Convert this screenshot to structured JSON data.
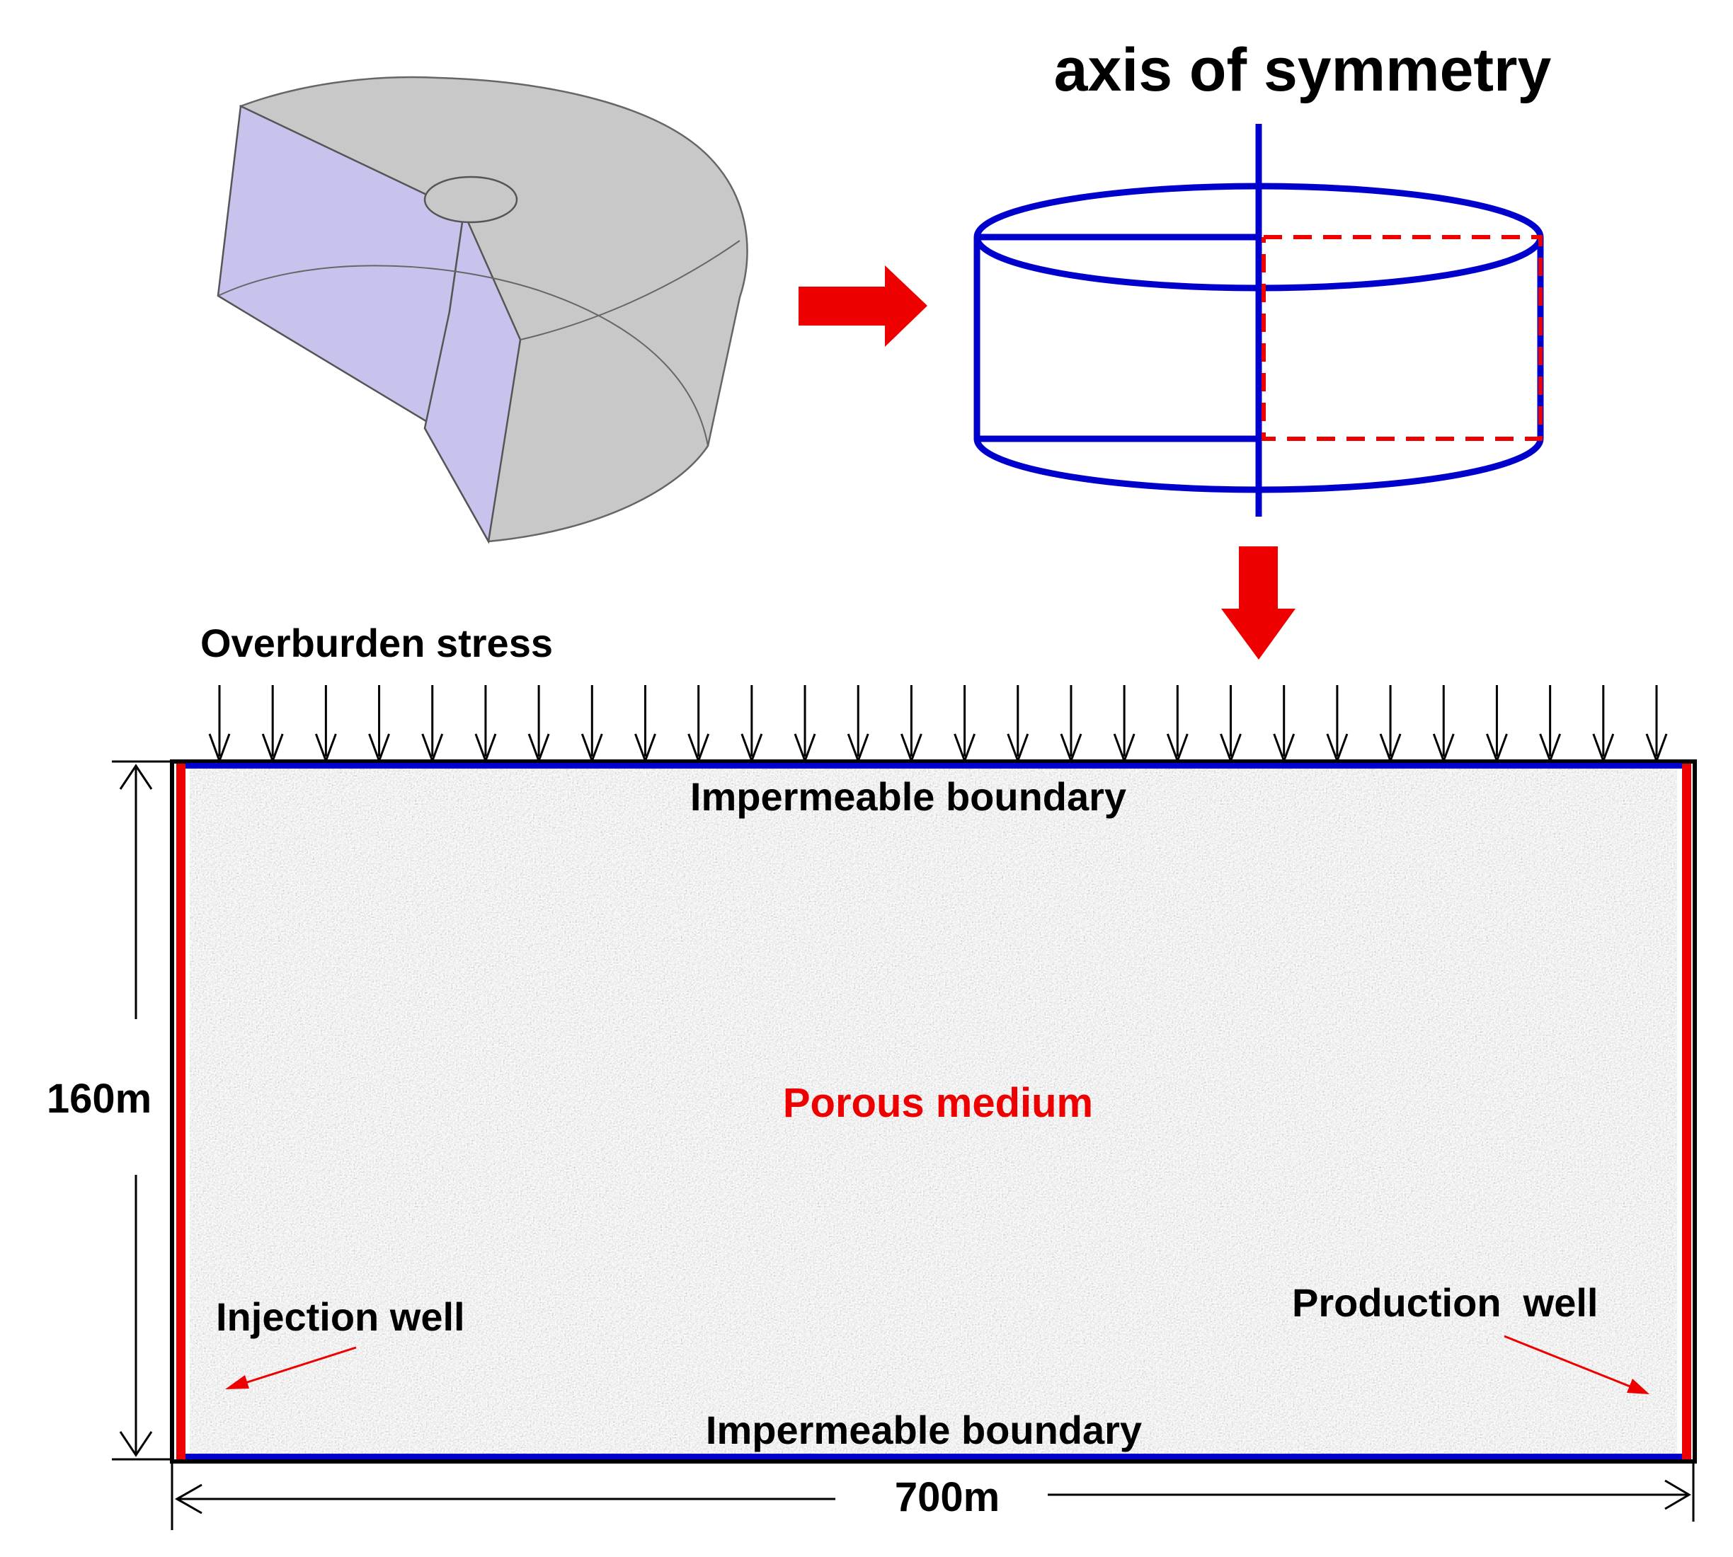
{
  "labels": {
    "axis_of_symmetry": "axis of symmetry",
    "overburden_stress": "Overburden stress",
    "impermeable_boundary_top": "Impermeable boundary",
    "impermeable_boundary_bottom": "Impermeable boundary",
    "porous_medium": "Porous medium",
    "injection_well": "Injection well",
    "production_well": "Production  well",
    "height": "160m",
    "width": "700m"
  },
  "colors": {
    "boundary_blue": "#0000cc",
    "well_red": "#ee0000",
    "arrow_red": "#ee0000",
    "model_gray": "#c8c8c8",
    "cut_face_purple": "#c8c3ec",
    "medium_gray": "#e6e6e6"
  },
  "stress_arrow_count": 28
}
